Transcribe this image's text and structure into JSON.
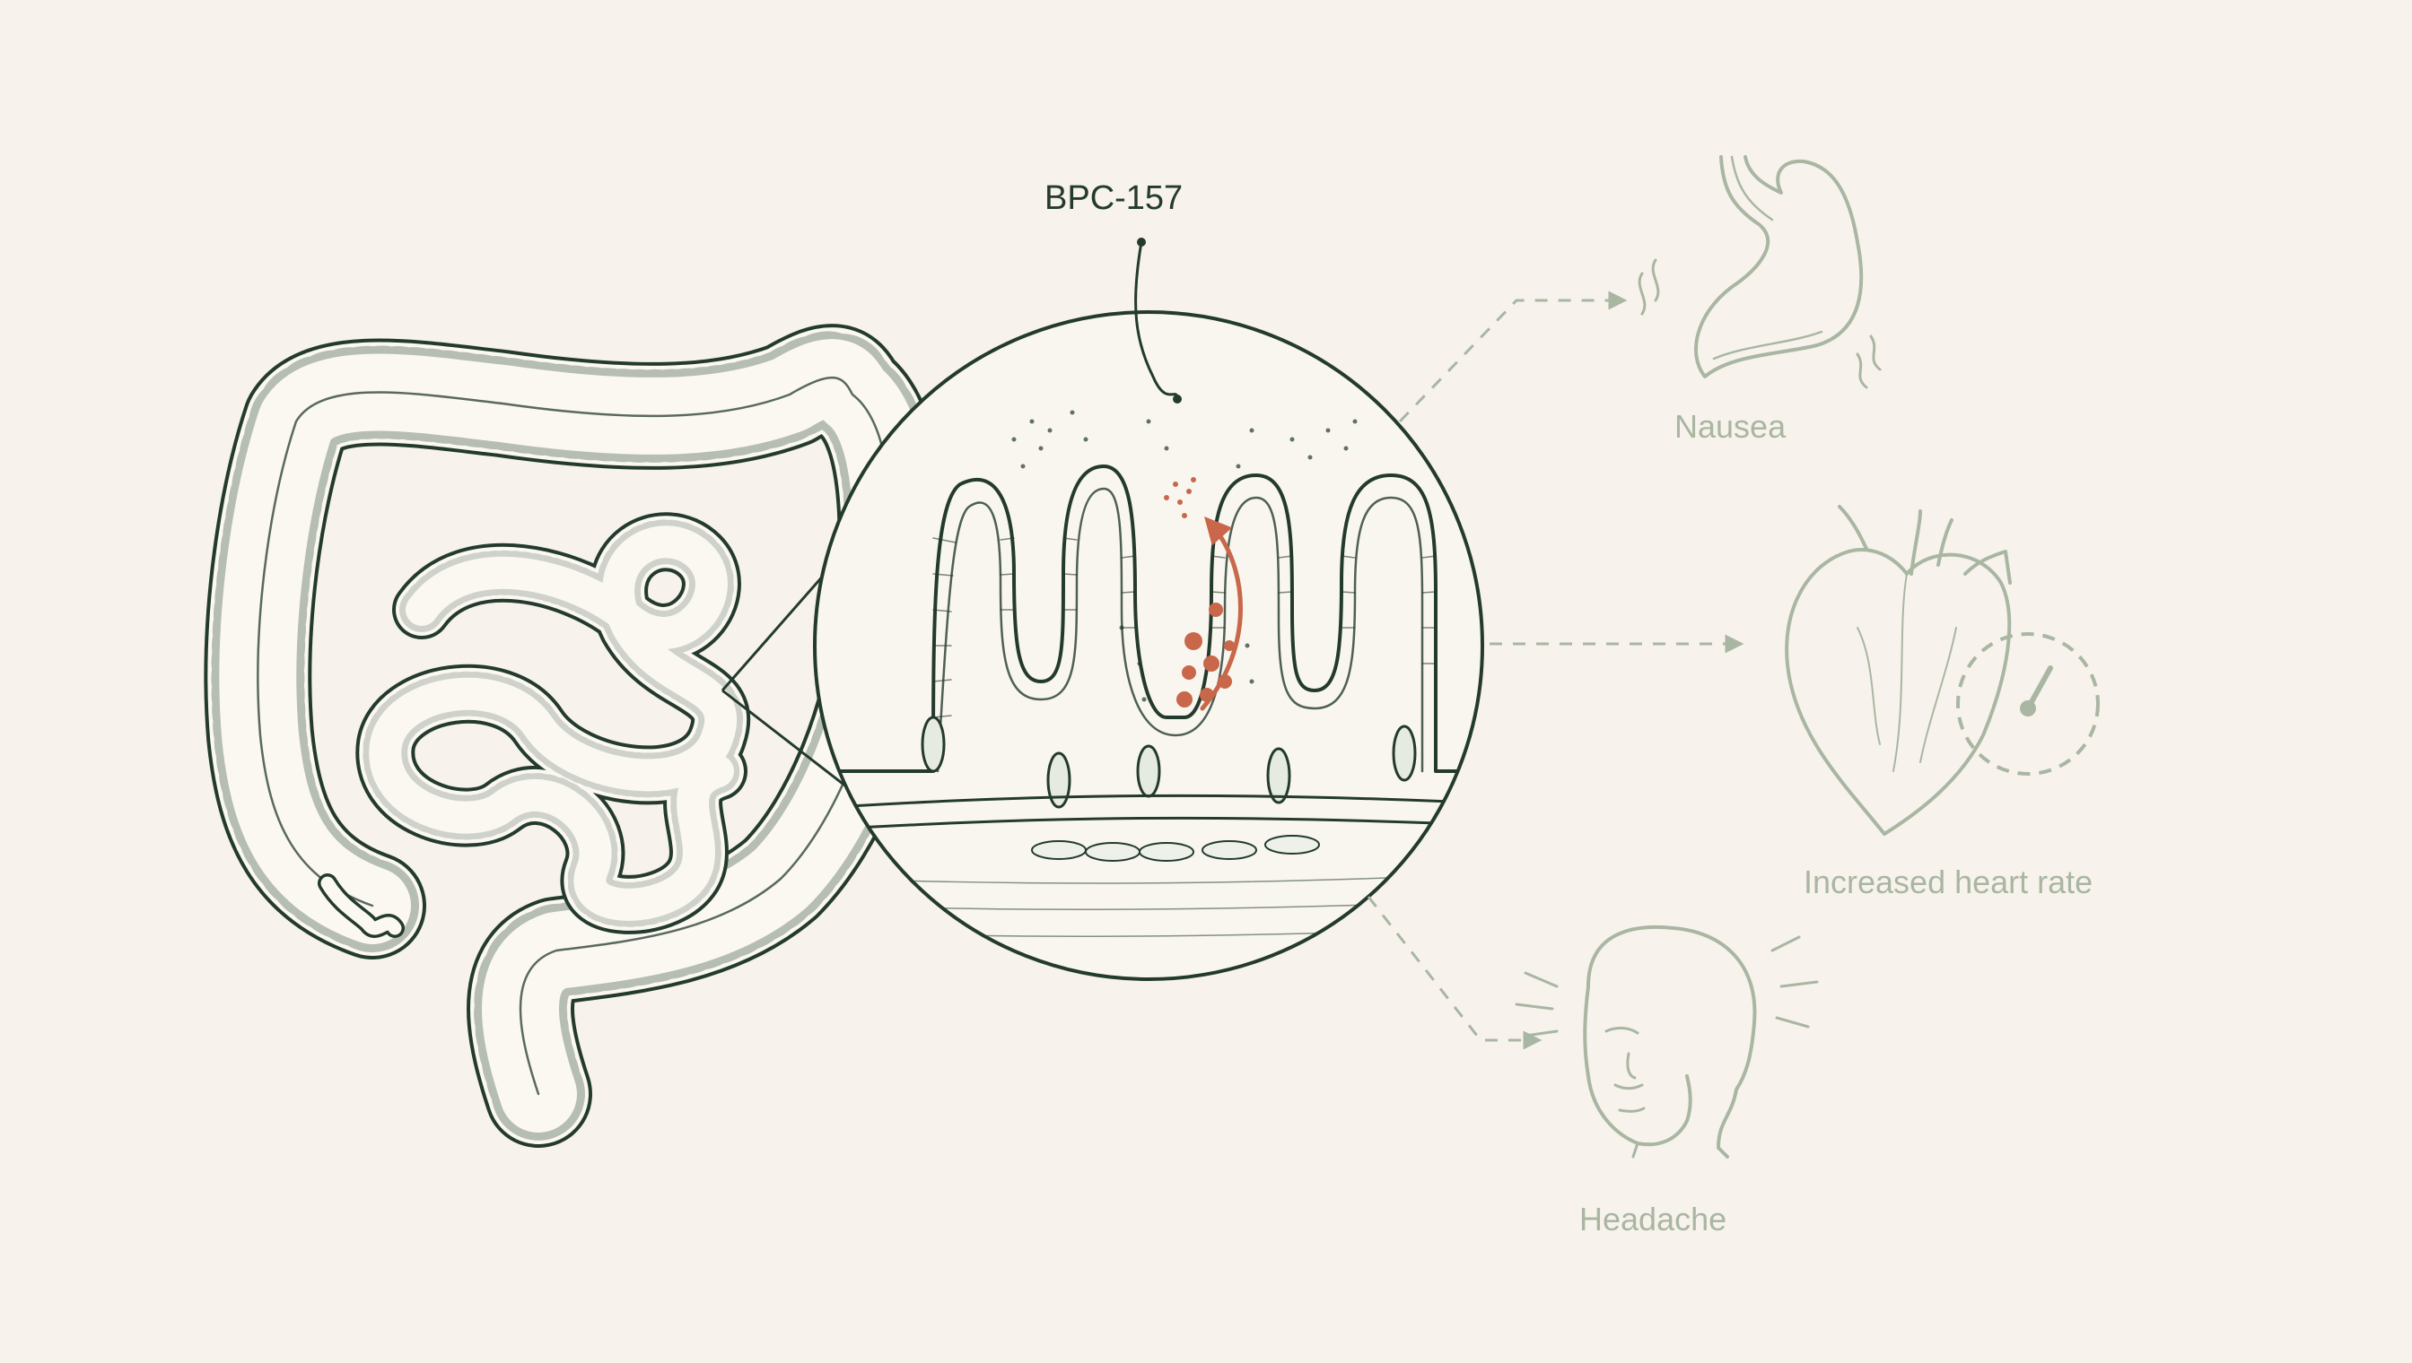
{
  "labels": {
    "agent": "BPC-157",
    "effect_nausea": "Nausea",
    "effect_heart": "Increased heart rate",
    "effect_headache": "Headache"
  },
  "colors": {
    "background": "#f7f3ec",
    "ink": "#233a2c",
    "accent": "#c8674a",
    "faded": "#a9b6a2"
  },
  "icons": [
    "intestine-illustration",
    "villi-zoom-illustration",
    "stomach-icon",
    "heart-icon",
    "gauge-icon",
    "head-icon"
  ]
}
